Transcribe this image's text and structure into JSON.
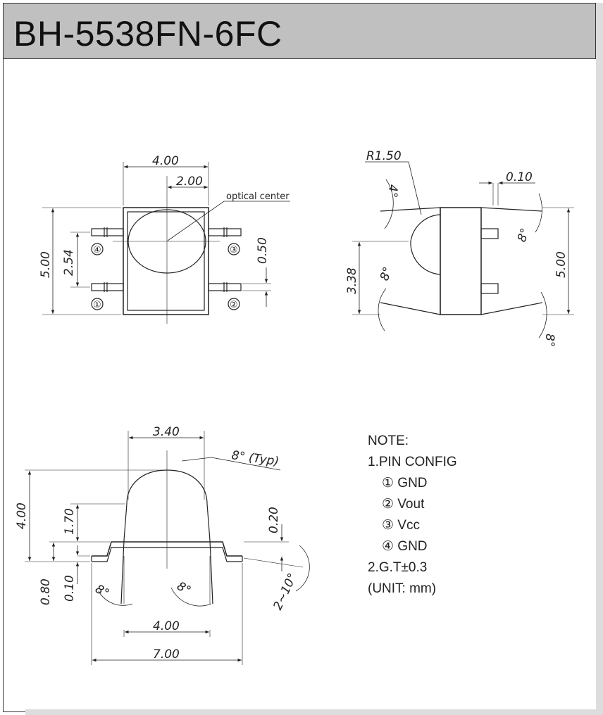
{
  "title": "BH-5538FN-6FC",
  "top_view": {
    "width": "4.00",
    "half_width": "2.00",
    "optical_center": "optical center",
    "height": "5.00",
    "pin_pitch": "2.54",
    "lead_width": "0.50",
    "pin_labels": [
      "④",
      "③",
      "①",
      "②"
    ]
  },
  "side_view": {
    "radius": "R1.50",
    "angle_top": "4°",
    "thickness": "0.10",
    "angle_right": "8°",
    "height_left": "3.38",
    "angle_left": "8°",
    "height_right": "5.00",
    "angle_bottom": "8°"
  },
  "front_view": {
    "lens_width": "3.40",
    "draft": "8° (Typ)",
    "total_height": "4.00",
    "lens_height": "1.70",
    "lead_offset": "0.20",
    "standoff": "0.80",
    "lead_thickness": "0.10",
    "angle_left": "8°",
    "angle_mid": "8°",
    "lead_angle": "2~10°",
    "body_width": "4.00",
    "total_width": "7.00"
  },
  "notes": {
    "heading": "NOTE:",
    "item1": "1.PIN CONFIG",
    "pins": [
      "① GND",
      "② Vout",
      "③ Vcc",
      "④ GND"
    ],
    "item2": "2.G.T±0.3",
    "unit": "(UNIT: mm)"
  }
}
